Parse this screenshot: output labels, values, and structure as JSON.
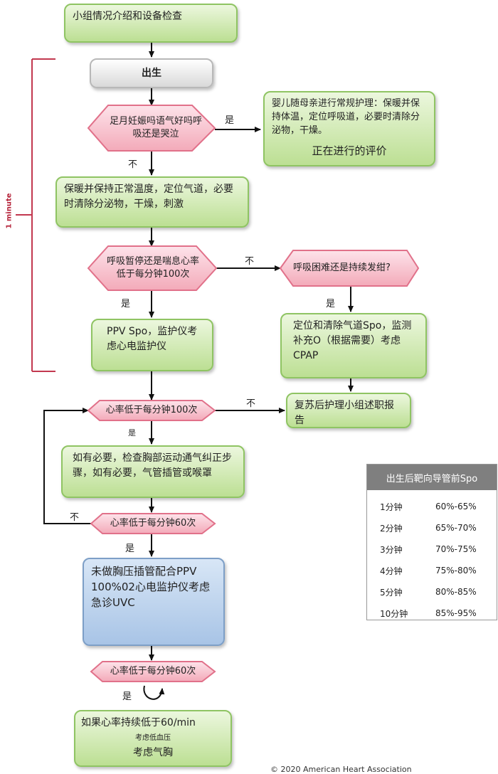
{
  "nodes": {
    "intro": "小组情况介绍和设备检查",
    "birth": "出生",
    "q_term": "足月妊娠吗语气好吗呼吸还是哭泣",
    "routine_care": "婴儿随母亲进行常规护理：保暖并保持体温，定位呼吸道，必要时清除分泌物，干燥。",
    "ongoing_eval": "正在进行的评价",
    "warm": "保暖并保持正常温度，定位气道，必要时清除分泌物，干燥，刺激",
    "q_apnea": "呼吸暂停还是喘息心率低于每分钟100次",
    "q_labored": "呼吸困难还是持续发绀?",
    "ppv": "PPV Spo，监护仪考虑心电监护仪",
    "position_clear": "定位和清除气道Spo，监测补充O（根据需要）考虑CPAP",
    "q_hr100": "心率低于每分钟100次",
    "post_resus": "复苏后护理小组述职报告",
    "check_chest": "如有必要，检查胸部运动通气纠正步骤，如有必要，气管插管或喉罩",
    "q_hr60a": "心率低于每分钟60次",
    "compress": "未做胸压插管配合PPV 100%02心电监护仪考虑急诊UVC",
    "q_hr60b": "心率低于每分钟60次",
    "final_a": "如果心率持续低于60/min",
    "final_b": "考虑低血压",
    "final_c": "考虑气胸"
  },
  "edge_labels": {
    "yes": "是",
    "no": "不"
  },
  "side_bracket_label": "1 minute",
  "spo_table": {
    "title": "出生后靶向导管前Spo",
    "rows": [
      {
        "time": "1分钟",
        "range": "60%-65%"
      },
      {
        "time": "2分钟",
        "range": "65%-70%"
      },
      {
        "time": "3分钟",
        "range": "70%-75%"
      },
      {
        "time": "4分钟",
        "range": "75%-80%"
      },
      {
        "time": "5分钟",
        "range": "80%-85%"
      },
      {
        "time": "10分钟",
        "range": "85%-95%"
      }
    ]
  },
  "footer": "© 2020 American Heart Association"
}
